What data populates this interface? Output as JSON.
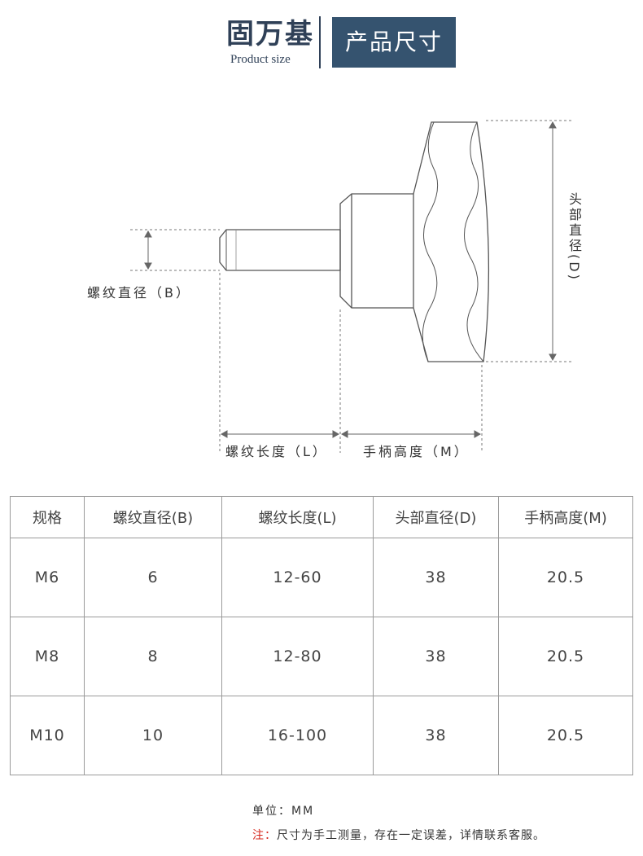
{
  "header": {
    "brand_cn": "固万基",
    "brand_en": "Product size",
    "title": "产品尺寸"
  },
  "diagram": {
    "label_b": "螺纹直径（B）",
    "label_d": "头部直径(D)",
    "label_l": "螺纹长度（L）",
    "label_m": "手柄高度（M）"
  },
  "table": {
    "headers": [
      "规格",
      "螺纹直径(B)",
      "螺纹长度(L)",
      "头部直径(D)",
      "手柄高度(M)"
    ],
    "rows": [
      [
        "M6",
        "6",
        "12-60",
        "38",
        "20.5"
      ],
      [
        "M8",
        "8",
        "12-80",
        "38",
        "20.5"
      ],
      [
        "M10",
        "10",
        "16-100",
        "38",
        "20.5"
      ]
    ]
  },
  "notes": {
    "unit": "单位：MM",
    "prefix": "注：",
    "text": "尺寸为手工测量，存在一定误差，详情联系客服。"
  }
}
